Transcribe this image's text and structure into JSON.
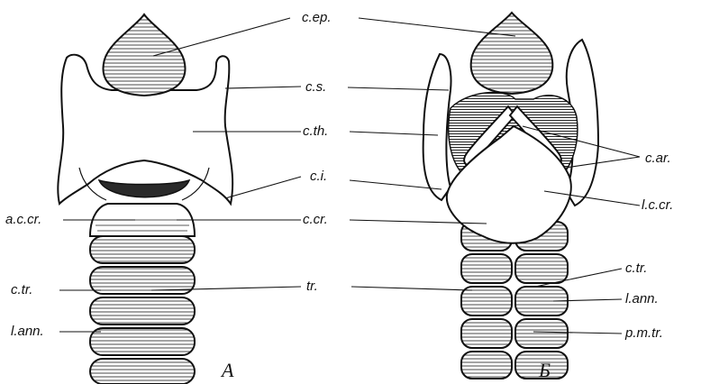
{
  "figure": {
    "panels": {
      "a": {
        "letter": "А"
      },
      "b": {
        "letter": "Б"
      }
    },
    "labels": {
      "c_ep": "c.ep.",
      "c_s": "c.s.",
      "c_th": "c.th.",
      "c_i": "c.i.",
      "c_cr": "c.cr.",
      "a_c_cr": "a.c.cr.",
      "c_tr_left": "c.tr.",
      "tr": "tr.",
      "l_ann_left": "l.ann.",
      "c_ar": "c.ar.",
      "l_c_cr": "l.c.cr.",
      "c_tr_right": "c.tr.",
      "l_ann_right": "l.ann.",
      "p_m_tr": "p.m.tr."
    },
    "colors": {
      "ink": "#111111",
      "paper": "#ffffff"
    }
  }
}
